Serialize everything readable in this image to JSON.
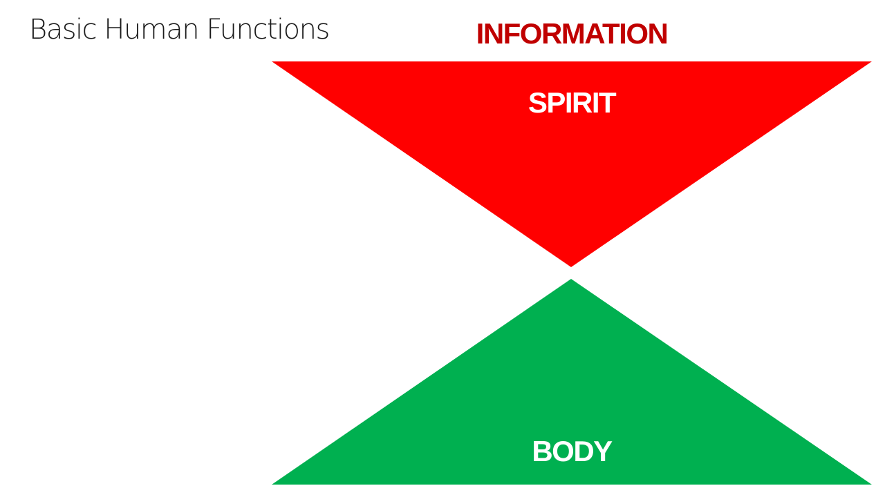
{
  "slide": {
    "title": "Basic Human Functions"
  },
  "diagram": {
    "top_label": "INFORMATION",
    "upper_triangle": {
      "label": "SPIRIT"
    },
    "lower_triangle": {
      "label": "BODY"
    }
  },
  "colors": {
    "top_label": "#c00000",
    "upper_triangle": "#ff0000",
    "lower_triangle": "#00b050",
    "triangle_text": "#ffffff",
    "title_text": "#1a1a1a",
    "background": "#ffffff"
  }
}
